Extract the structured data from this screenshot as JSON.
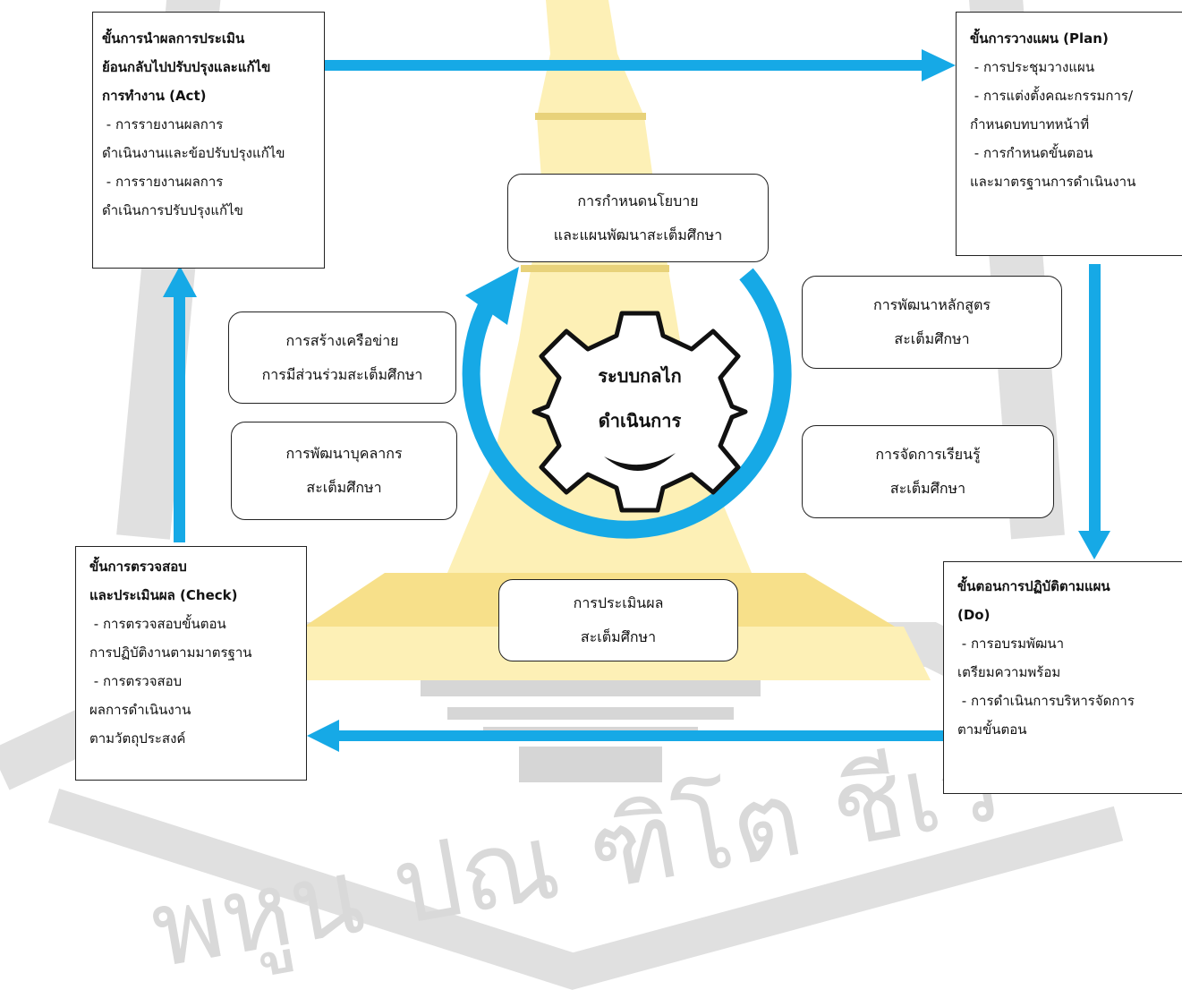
{
  "diagram": {
    "center": {
      "lines": [
        "ระบบกลไก",
        "ดำเนินการ"
      ]
    },
    "steps": {
      "act": {
        "title_lines": [
          "ขั้นการนำผลการประเมิน",
          "ย้อนกลับไปปรับปรุงและแก้ไข",
          "การทำงาน (Act)"
        ],
        "detail_lines": [
          " - การรายงานผลการ",
          "ดำเนินงานและข้อปรับปรุงแก้ไข",
          " - การรายงานผลการ",
          "ดำเนินการปรับปรุงแก้ไข"
        ]
      },
      "plan": {
        "title_lines": [
          "ขั้นการวางแผน (Plan)"
        ],
        "detail_lines": [
          " - การประชุมวางแผน",
          " - การแต่งตั้งคณะกรรมการ/",
          "กำหนดบทบาทหน้าที่",
          " - การกำหนดขั้นตอน",
          "และมาตรฐานการดำเนินงาน"
        ]
      },
      "check": {
        "title_lines": [
          "ขั้นการตรวจสอบ",
          "และประเมินผล (Check)"
        ],
        "detail_lines": [
          " - การตรวจสอบขั้นตอน",
          "การปฏิบัติงานตามมาตรฐาน",
          " - การตรวจสอบ",
          "ผลการดำเนินงาน",
          "ตามวัตถุประสงค์"
        ]
      },
      "do": {
        "title_lines": [
          "ขั้นตอนการปฏิบัติตามแผน",
          "(Do)"
        ],
        "detail_lines": [
          " - การอบรมพัฒนา",
          "เตรียมความพร้อม",
          " - การดำเนินการบริหารจัดการ",
          "ตามขั้นตอน"
        ]
      }
    },
    "activities": {
      "policy": [
        "การกำหนดนโยบาย",
        "และแผนพัฒนาสะเต็มศึกษา"
      ],
      "curriculum": [
        "การพัฒนาหลักสูตร",
        "สะเต็มศึกษา"
      ],
      "learning": [
        "การจัดการเรียนรู้",
        "สะเต็มศึกษา"
      ],
      "evaluation": [
        "การประเมินผล",
        "สะเต็มศึกษา"
      ],
      "personnel": [
        "การพัฒนาบุคลากร",
        "สะเต็มศึกษา"
      ],
      "network": [
        "การสร้างเครือข่าย",
        "การมีส่วนร่วมสะเต็มศึกษา"
      ]
    },
    "watermark": {
      "text": "พหูน ปณ ฑิโต ชีเว"
    },
    "colors": {
      "arrow": "#16a9e6",
      "watermark_yellow": "#fbe99a",
      "watermark_gray": "#dcdcdc",
      "border": "#222222"
    }
  }
}
